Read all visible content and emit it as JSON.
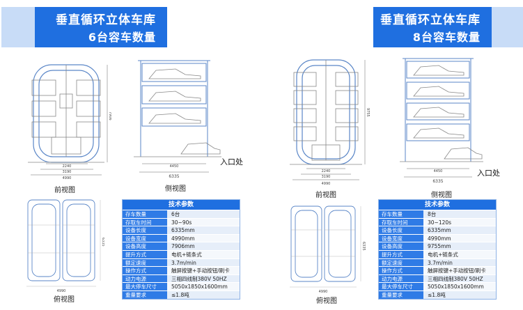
{
  "colors": {
    "banner_blue": "#1f6fe0",
    "banner_light": "#c8dcf7",
    "line_blue": "#5a86c7",
    "line_grey": "#888888"
  },
  "panels": [
    {
      "title": "垂直循环立体车库",
      "subtitle": "6台容车数量",
      "front_caption": "前视图",
      "side_caption": "侧视图",
      "top_caption": "俯视图",
      "entrance": "入口处",
      "dims": {
        "front_w1": "2240",
        "front_w2": "3190",
        "front_w3": "4990",
        "front_h": "7906",
        "side_w1": "4450",
        "side_w2": "6335",
        "top_w": "4990",
        "top_h": "6335"
      },
      "spec": {
        "title": "技术参数",
        "rows": [
          {
            "k": "存车数量",
            "v": "6台"
          },
          {
            "k": "存取车时间",
            "v": "30~90s"
          },
          {
            "k": "设备长度",
            "v": "6335mm"
          },
          {
            "k": "设备宽度",
            "v": "4990mm"
          },
          {
            "k": "设备高度",
            "v": "7906mm"
          },
          {
            "k": "提升方式",
            "v": "电机+链条式"
          },
          {
            "k": "额定速度",
            "v": "3.7m/min"
          },
          {
            "k": "操作方式",
            "v": "触屏按键+手动按钮/刷卡"
          },
          {
            "k": "动力电源",
            "v": "三相四线制380V 50HZ"
          },
          {
            "k": "最大停车尺寸",
            "v": "5050x1850x1600mm"
          },
          {
            "k": "重量要求",
            "v": "≤1.8吨"
          }
        ]
      }
    },
    {
      "title": "垂直循环立体车库",
      "subtitle": "8台容车数量",
      "front_caption": "前视图",
      "side_caption": "侧视图",
      "top_caption": "俯视图",
      "entrance": "入口处",
      "dims": {
        "front_w1": "2240",
        "front_w2": "3190",
        "front_w3": "4990",
        "front_h": "9755",
        "side_w1": "4450",
        "side_w2": "6335",
        "top_w": "4990",
        "top_h": "6335"
      },
      "spec": {
        "title": "技术参数",
        "rows": [
          {
            "k": "存车数量",
            "v": "8台"
          },
          {
            "k": "存取车时间",
            "v": "30~120s"
          },
          {
            "k": "设备长度",
            "v": "6335mm"
          },
          {
            "k": "设备宽度",
            "v": "4990mm"
          },
          {
            "k": "设备高度",
            "v": "9755mm"
          },
          {
            "k": "提升方式",
            "v": "电机+链条式"
          },
          {
            "k": "额定速度",
            "v": "3.7m/min"
          },
          {
            "k": "操作方式",
            "v": "触屏按键+手动按钮/刷卡"
          },
          {
            "k": "动力电源",
            "v": "三相四线制380V 50HZ"
          },
          {
            "k": "最大停车尺寸",
            "v": "5050x1850x1600mm"
          },
          {
            "k": "重量要求",
            "v": "≤1.8吨"
          }
        ]
      }
    }
  ]
}
